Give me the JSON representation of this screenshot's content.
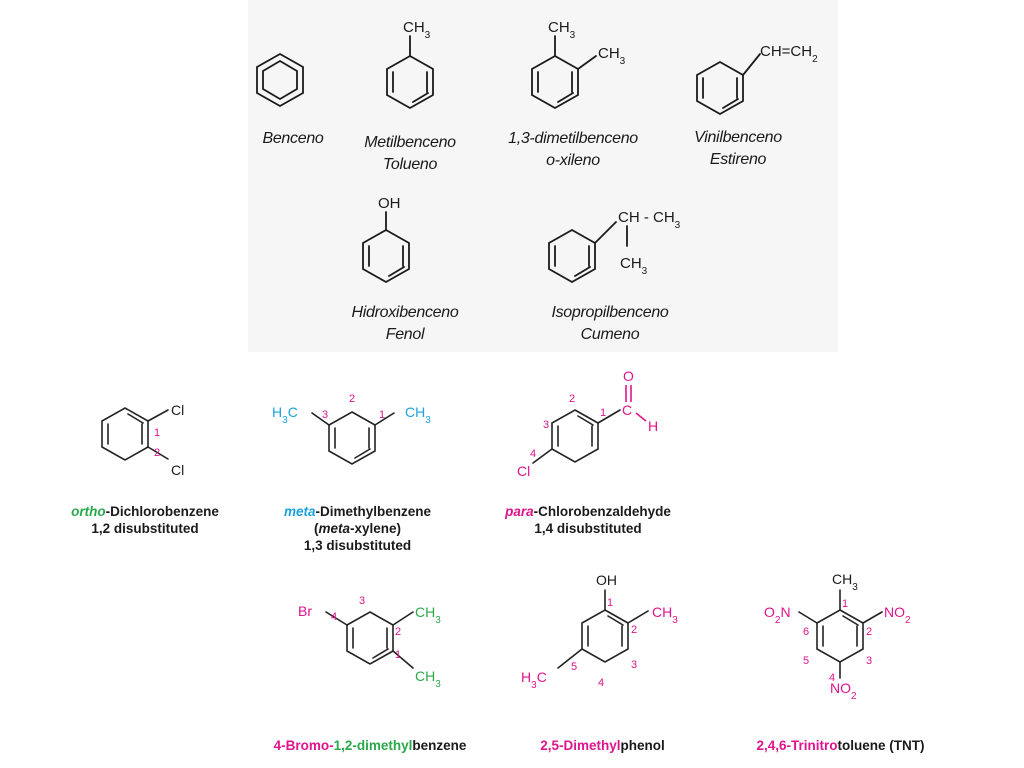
{
  "atoms": {
    "ch3": "CH3",
    "vinyl": "CH=CH2",
    "oh": "OH",
    "ch_ch3": "CH - CH3",
    "cl": "Cl",
    "h3c": "H3C",
    "o": "O",
    "c": "C",
    "h": "H",
    "br": "Br",
    "o2n": "O2N",
    "no2": "NO2"
  },
  "top_names": [
    {
      "line1": "Benceno"
    },
    {
      "line1": "Metilbenceno",
      "line2": "Tolueno"
    },
    {
      "line1": "1,3-dimetilbenceno",
      "line2": "o-xileno"
    },
    {
      "line1": "Vinilbenceno",
      "line2": "Estireno"
    },
    {
      "line1": "Hidroxibenceno",
      "line2": "Fenol"
    },
    {
      "line1": "Isopropilbenceno",
      "line2": "Cumeno"
    }
  ],
  "captions": {
    "ortho": {
      "prefix": "ortho",
      "rest": "-Dichlorobenzene",
      "line2": "1,2 disubstituted"
    },
    "meta": {
      "prefix": "meta",
      "rest": "-Dimethylbenzene",
      "paren_open": "(",
      "paren_em": "meta",
      "paren_rest": "-xylene)",
      "line3": "1,3 disubstituted"
    },
    "para": {
      "prefix": "para",
      "rest": "-Chlorobenzaldehyde",
      "line2": "1,4 disubstituted"
    },
    "bromo": {
      "a": "4-Bromo-",
      "b": "1,2-dimethyl",
      "c": "benzene"
    },
    "phenol": {
      "a": "2,5-Dimethyl",
      "b": "phenol"
    },
    "tnt": {
      "a": "2,4,6-Trinitro",
      "b": "toluene (TNT)"
    }
  },
  "colors": {
    "pink": "#e0148c",
    "green": "#2aa84a",
    "cyan": "#1aa3de",
    "ink": "#1a1a1a"
  }
}
